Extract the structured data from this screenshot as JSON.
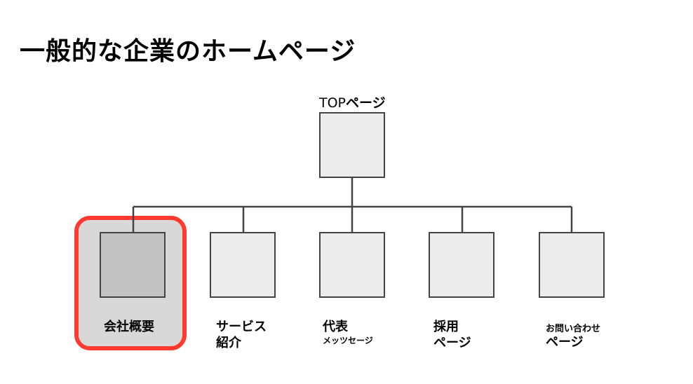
{
  "title": "一般的な企業のホームページ",
  "top_node": {
    "label_latin": "TOP",
    "label_jp": "ページ"
  },
  "children": [
    {
      "line1": "会社概要",
      "line2": "",
      "highlighted": true
    },
    {
      "line1": "サービス",
      "line2": "紹介",
      "highlighted": false
    },
    {
      "line1": "代表",
      "line2": "メッツセージ",
      "highlighted": false
    },
    {
      "line1": "採用",
      "line2": "ページ",
      "highlighted": false
    },
    {
      "line1": "お問い合わせ",
      "line2": "ページ",
      "highlighted": false
    }
  ],
  "colors": {
    "highlight_border": "#ff3b30",
    "box_fill": "#ececec",
    "highlighted_box_fill": "#c2c2c2",
    "line": "#444444"
  }
}
